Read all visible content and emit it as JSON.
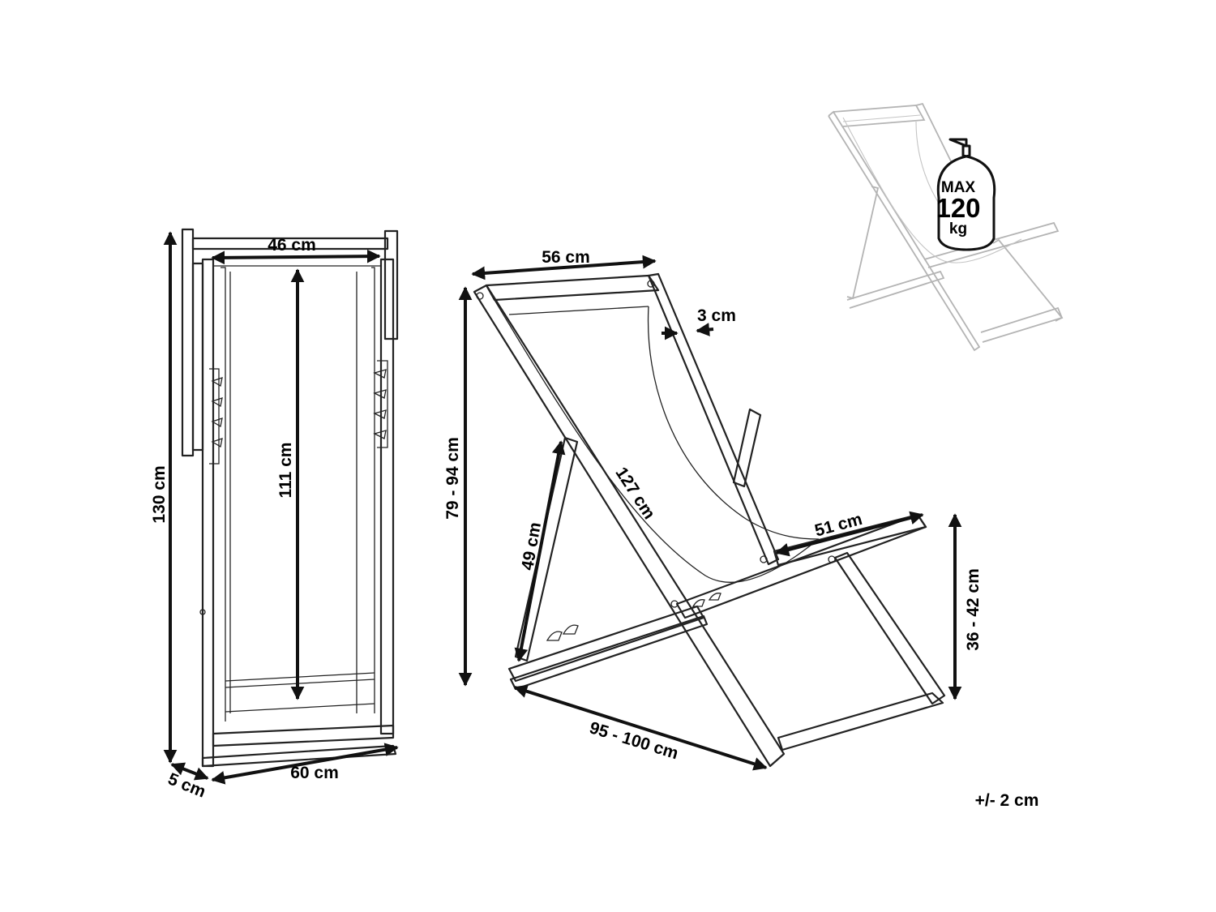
{
  "dimensions": {
    "folded_height": "130 cm",
    "folded_depth": "5 cm",
    "folded_width": "60 cm",
    "seat_width": "46 cm",
    "fabric_length": "111 cm",
    "top_width": "56 cm",
    "frame_thickness": "3 cm",
    "total_height": "79 - 94 cm",
    "back_leg_length": "49 cm",
    "frame_length": "127 cm",
    "armrest_length": "51 cm",
    "seat_height": "36 - 42 cm",
    "total_depth": "95 - 100 cm"
  },
  "load_badge": {
    "line1": "MAX",
    "line2": "120",
    "line3": "kg"
  },
  "tolerance": "+/- 2 cm",
  "colors": {
    "line": "#222222",
    "ghost_line": "#b4b4b4",
    "badge_fill": "#ffffff"
  }
}
